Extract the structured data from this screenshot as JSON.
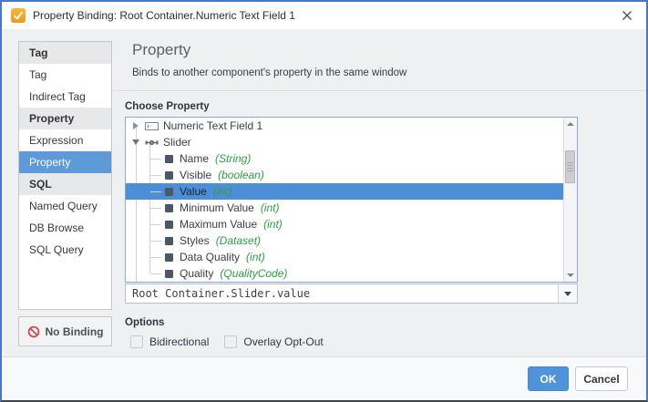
{
  "window": {
    "title": "Property Binding: Root Container.Numeric Text Field 1"
  },
  "sidebar": {
    "sections": [
      {
        "header": "Tag",
        "items": [
          {
            "label": "Tag"
          },
          {
            "label": "Indirect Tag"
          }
        ]
      },
      {
        "header": "Property",
        "items": [
          {
            "label": "Expression"
          },
          {
            "label": "Property",
            "selected": true
          }
        ]
      },
      {
        "header": "SQL",
        "items": [
          {
            "label": "Named Query"
          },
          {
            "label": "DB Browse"
          },
          {
            "label": "SQL Query"
          }
        ]
      }
    ],
    "no_binding_label": "No Binding"
  },
  "header": {
    "title": "Property",
    "description": "Binds to another component's property in the same window"
  },
  "main": {
    "choose_property_label": "Choose Property",
    "tree": {
      "nodes": [
        {
          "label": "Numeric Text Field 1",
          "icon": "numeric-text-field",
          "state": "collapsed"
        },
        {
          "label": "Slider",
          "icon": "slider",
          "state": "expanded"
        },
        {
          "label": "Name",
          "type": "(String)"
        },
        {
          "label": "Visible",
          "type": "(boolean)"
        },
        {
          "label": "Value",
          "type": "(int)",
          "selected": true
        },
        {
          "label": "Minimum Value",
          "type": "(int)"
        },
        {
          "label": "Maximum Value",
          "type": "(int)"
        },
        {
          "label": "Styles",
          "type": "(Dataset)"
        },
        {
          "label": "Data Quality",
          "type": "(int)"
        },
        {
          "label": "Quality",
          "type": "(QualityCode)"
        }
      ]
    },
    "path_value": "Root Container.Slider.value",
    "options_label": "Options",
    "checkboxes": [
      {
        "label": "Bidirectional",
        "checked": false
      },
      {
        "label": "Overlay Opt-Out",
        "checked": false
      }
    ]
  },
  "footer": {
    "ok_label": "OK",
    "cancel_label": "Cancel"
  },
  "colors": {
    "accent": "#4f93da",
    "selection": "#4c8fd6",
    "sidebar_selection": "#5e9ad7",
    "type_text": "#2f9e44",
    "titlebar_icon": "#f2a12e",
    "no_binding_icon": "#d5494f"
  }
}
